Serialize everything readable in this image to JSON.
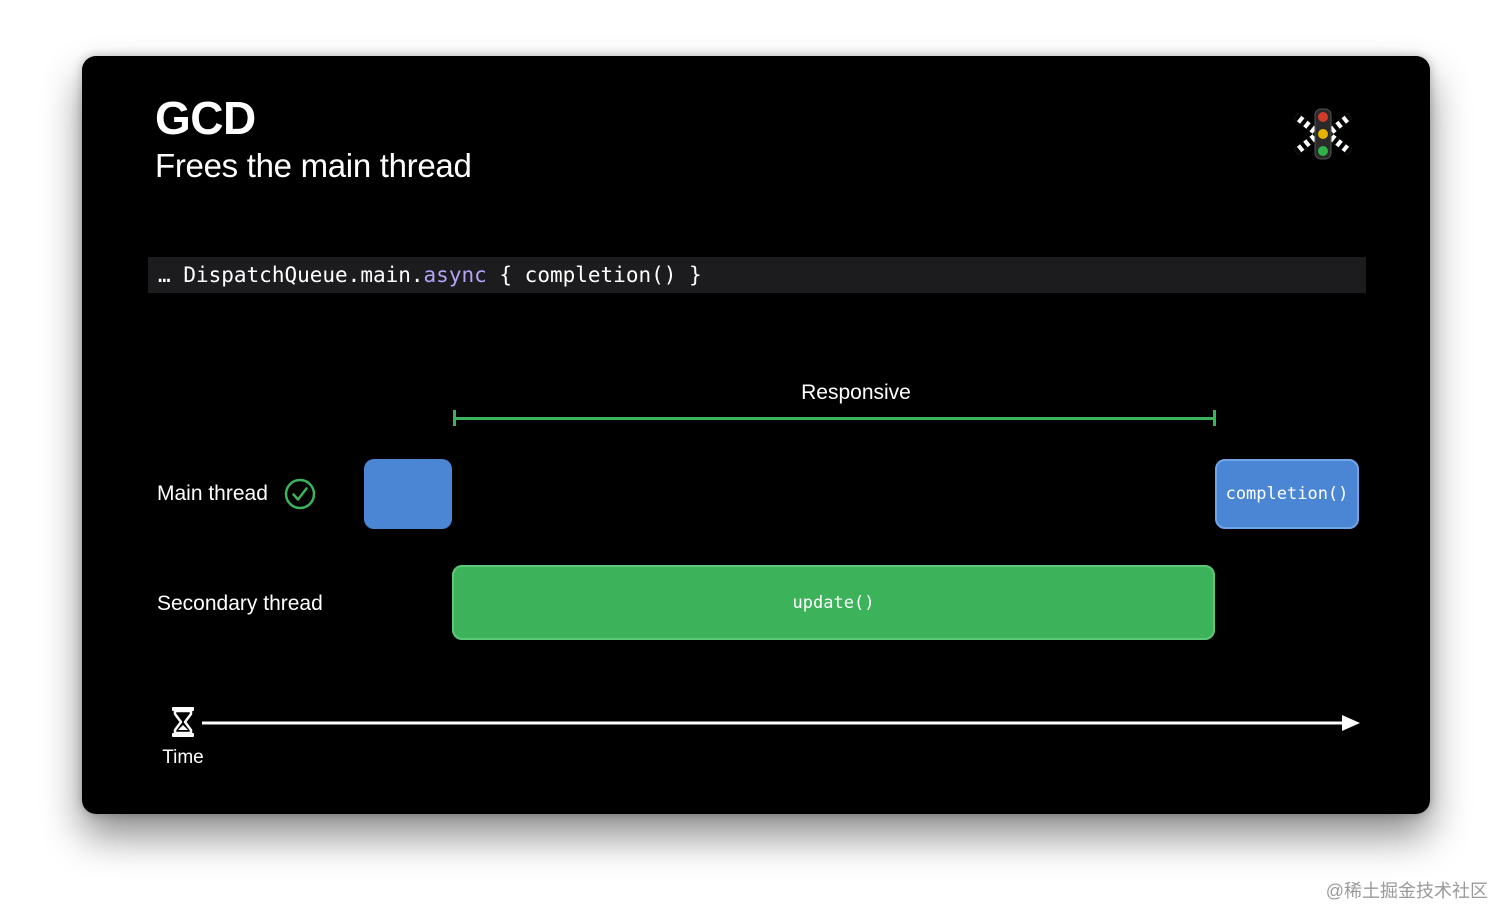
{
  "slide": {
    "title": "GCD",
    "subtitle": "Frees the main thread",
    "logo_icon": "traffic-light-logo-icon",
    "code": {
      "ellipsis": "…",
      "before": "DispatchQueue.main.",
      "keyword": "async",
      "after": " { completion() }",
      "keyword_color": "#b6a2f5",
      "background": "#1c1c1e"
    },
    "diagram": {
      "responsive_label": "Responsive",
      "main_thread_label": "Main thread",
      "main_thread_status_icon": "checkmark-circle-icon",
      "secondary_thread_label": "Secondary thread",
      "completion_label": "completion()",
      "update_label": "update()",
      "time_label": "Time",
      "time_icon": "hourglass-icon",
      "colors": {
        "main_block": "#4a86d4",
        "secondary_block": "#3cb35b",
        "responsive_bar": "#3cb35b",
        "check": "#3cb35b"
      }
    }
  },
  "watermark": "@稀土掘金技术社区"
}
